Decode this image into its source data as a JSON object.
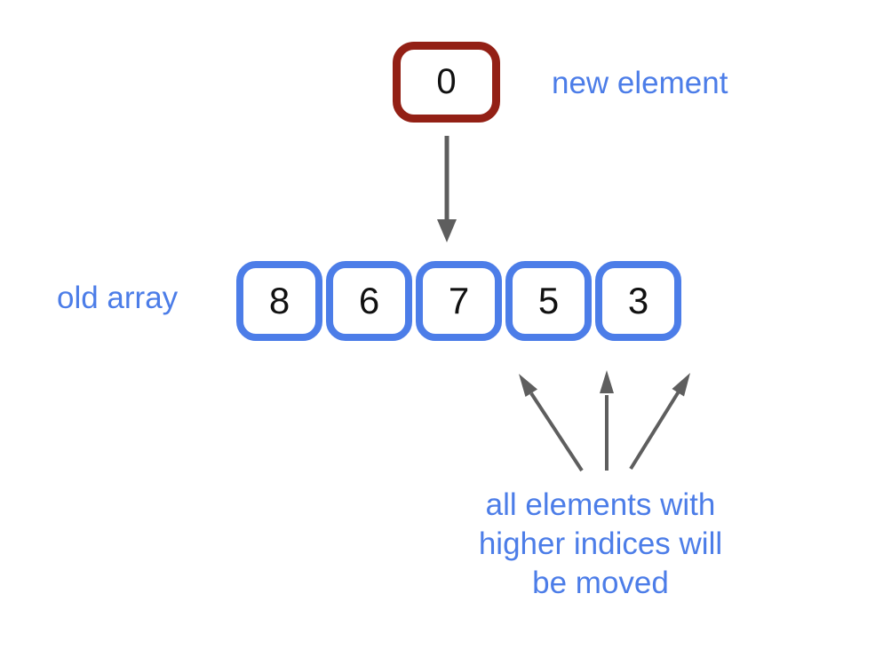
{
  "new_element": {
    "value": "0",
    "label": "new element"
  },
  "old_array": {
    "label": "old array",
    "cells": [
      "8",
      "6",
      "7",
      "5",
      "3"
    ]
  },
  "annotation": {
    "lines": [
      "all elements with",
      "higher indices will",
      "be moved"
    ]
  },
  "colors": {
    "accent_blue": "#4c7de8",
    "accent_dark_red": "#932015",
    "arrow_gray": "#5e5e5e",
    "number_black": "#111111",
    "background": "#ffffff"
  }
}
